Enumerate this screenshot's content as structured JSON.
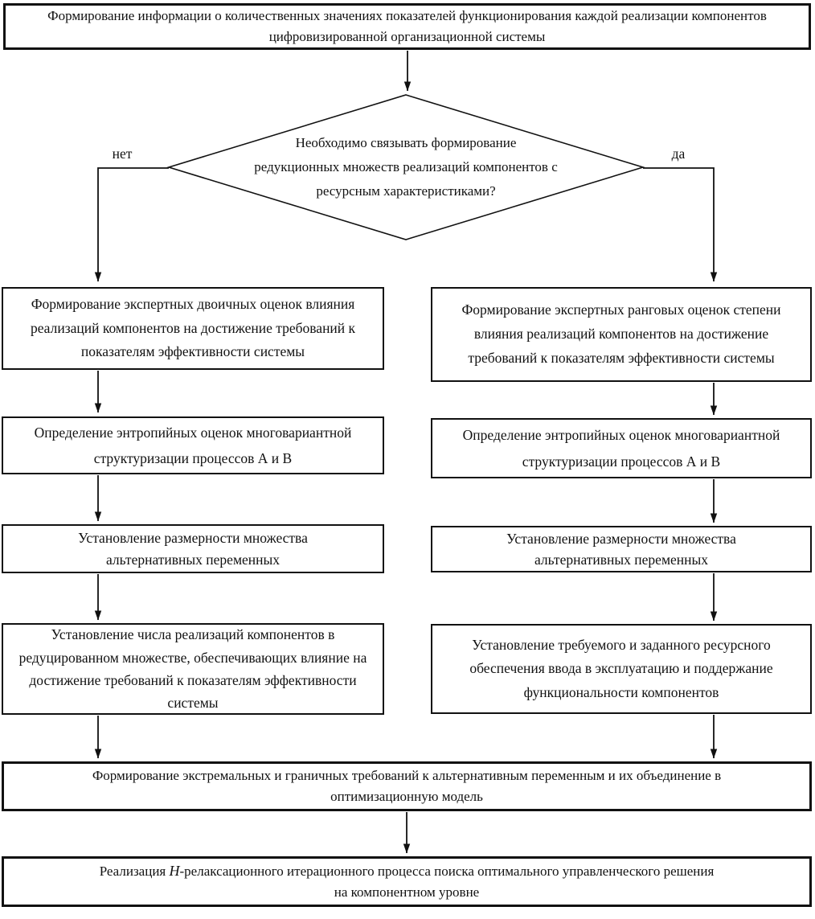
{
  "diagram": {
    "title_box": {
      "text": "Формирование информации о количественных значениях показателей функционирования каждой реализации компонентов цифровизированной организационной системы"
    },
    "decision": {
      "lines": [
        "Необходимо связывать формирование",
        "редукционных множеств реализаций компонентов с",
        "ресурсным характеристиками?"
      ],
      "no_label": "нет",
      "yes_label": "да"
    },
    "left_branch": [
      "Формирование экспертных двоичных оценок влияния реализаций компонентов на достижение требований к показателям эффективности системы",
      "Определение энтропийных оценок многовариантной структуризации процессов А и В",
      "Установление размерности множества альтернативных переменных",
      "Установление числа реализаций компонентов в редуцированном множестве, обеспечивающих влияние на достижение требований к показателям эффективности системы"
    ],
    "right_branch": [
      "Формирование экспертных ранговых оценок степени влияния реализаций компонентов на достижение требований к показателям эффективности системы",
      "Определение энтропийных оценок многовариантной структуризации процессов А и В",
      "Установление размерности множества альтернативных переменных",
      "Установление требуемого и заданного ресурсного обеспечения ввода в эксплуатацию и поддержание функциональности компонентов"
    ],
    "merge_box": {
      "text": "Формирование экстремальных и граничных требований к альтернативным переменным и их объединение в оптимизационную модель"
    },
    "final_box": {
      "prefix": "Реализация ",
      "variable": "H",
      "suffix": "-релаксационного итерационного процесса поиска оптимального управленческого решения на компонентном уровне"
    }
  },
  "colors": {
    "line": "#111111",
    "background": "#ffffff",
    "text": "#111111"
  }
}
